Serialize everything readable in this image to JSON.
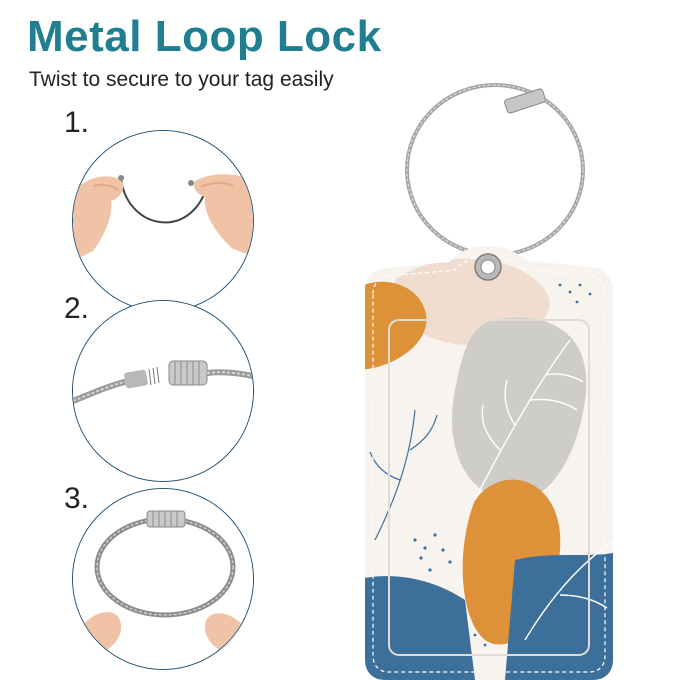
{
  "header": {
    "title": "Metal Loop Lock",
    "subtitle": "Twist to secure to your tag easily"
  },
  "steps": [
    {
      "number": "1."
    },
    {
      "number": "2."
    },
    {
      "number": "3."
    }
  ],
  "colors": {
    "title": "#1f7f91",
    "circle_border": "#1d4f73",
    "tag_orange": "#dd923a",
    "tag_blue": "#3d6f9b",
    "tag_gray": "#cfcdc9",
    "tag_cream": "#f7f3ee"
  }
}
